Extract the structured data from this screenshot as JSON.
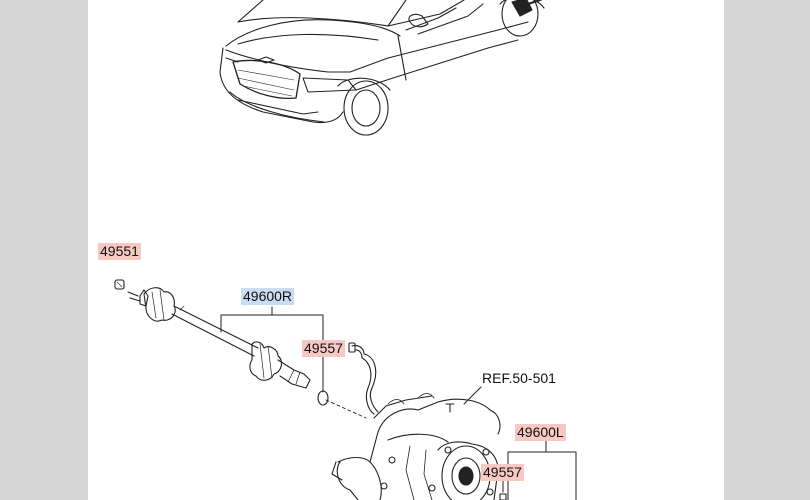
{
  "colors": {
    "sidebar_bg": "#d6d6d6",
    "sheet_bg": "#ffffff",
    "line": "#222222",
    "highlight_pink": "#f6c9c3",
    "highlight_blue": "#c9dcf2"
  },
  "labels": {
    "p49551": "49551",
    "p49600R": "49600R",
    "p49557_upper": "49557",
    "ref": "REF.50-501",
    "p49600L": "49600L",
    "p49557_lower": "49557"
  }
}
